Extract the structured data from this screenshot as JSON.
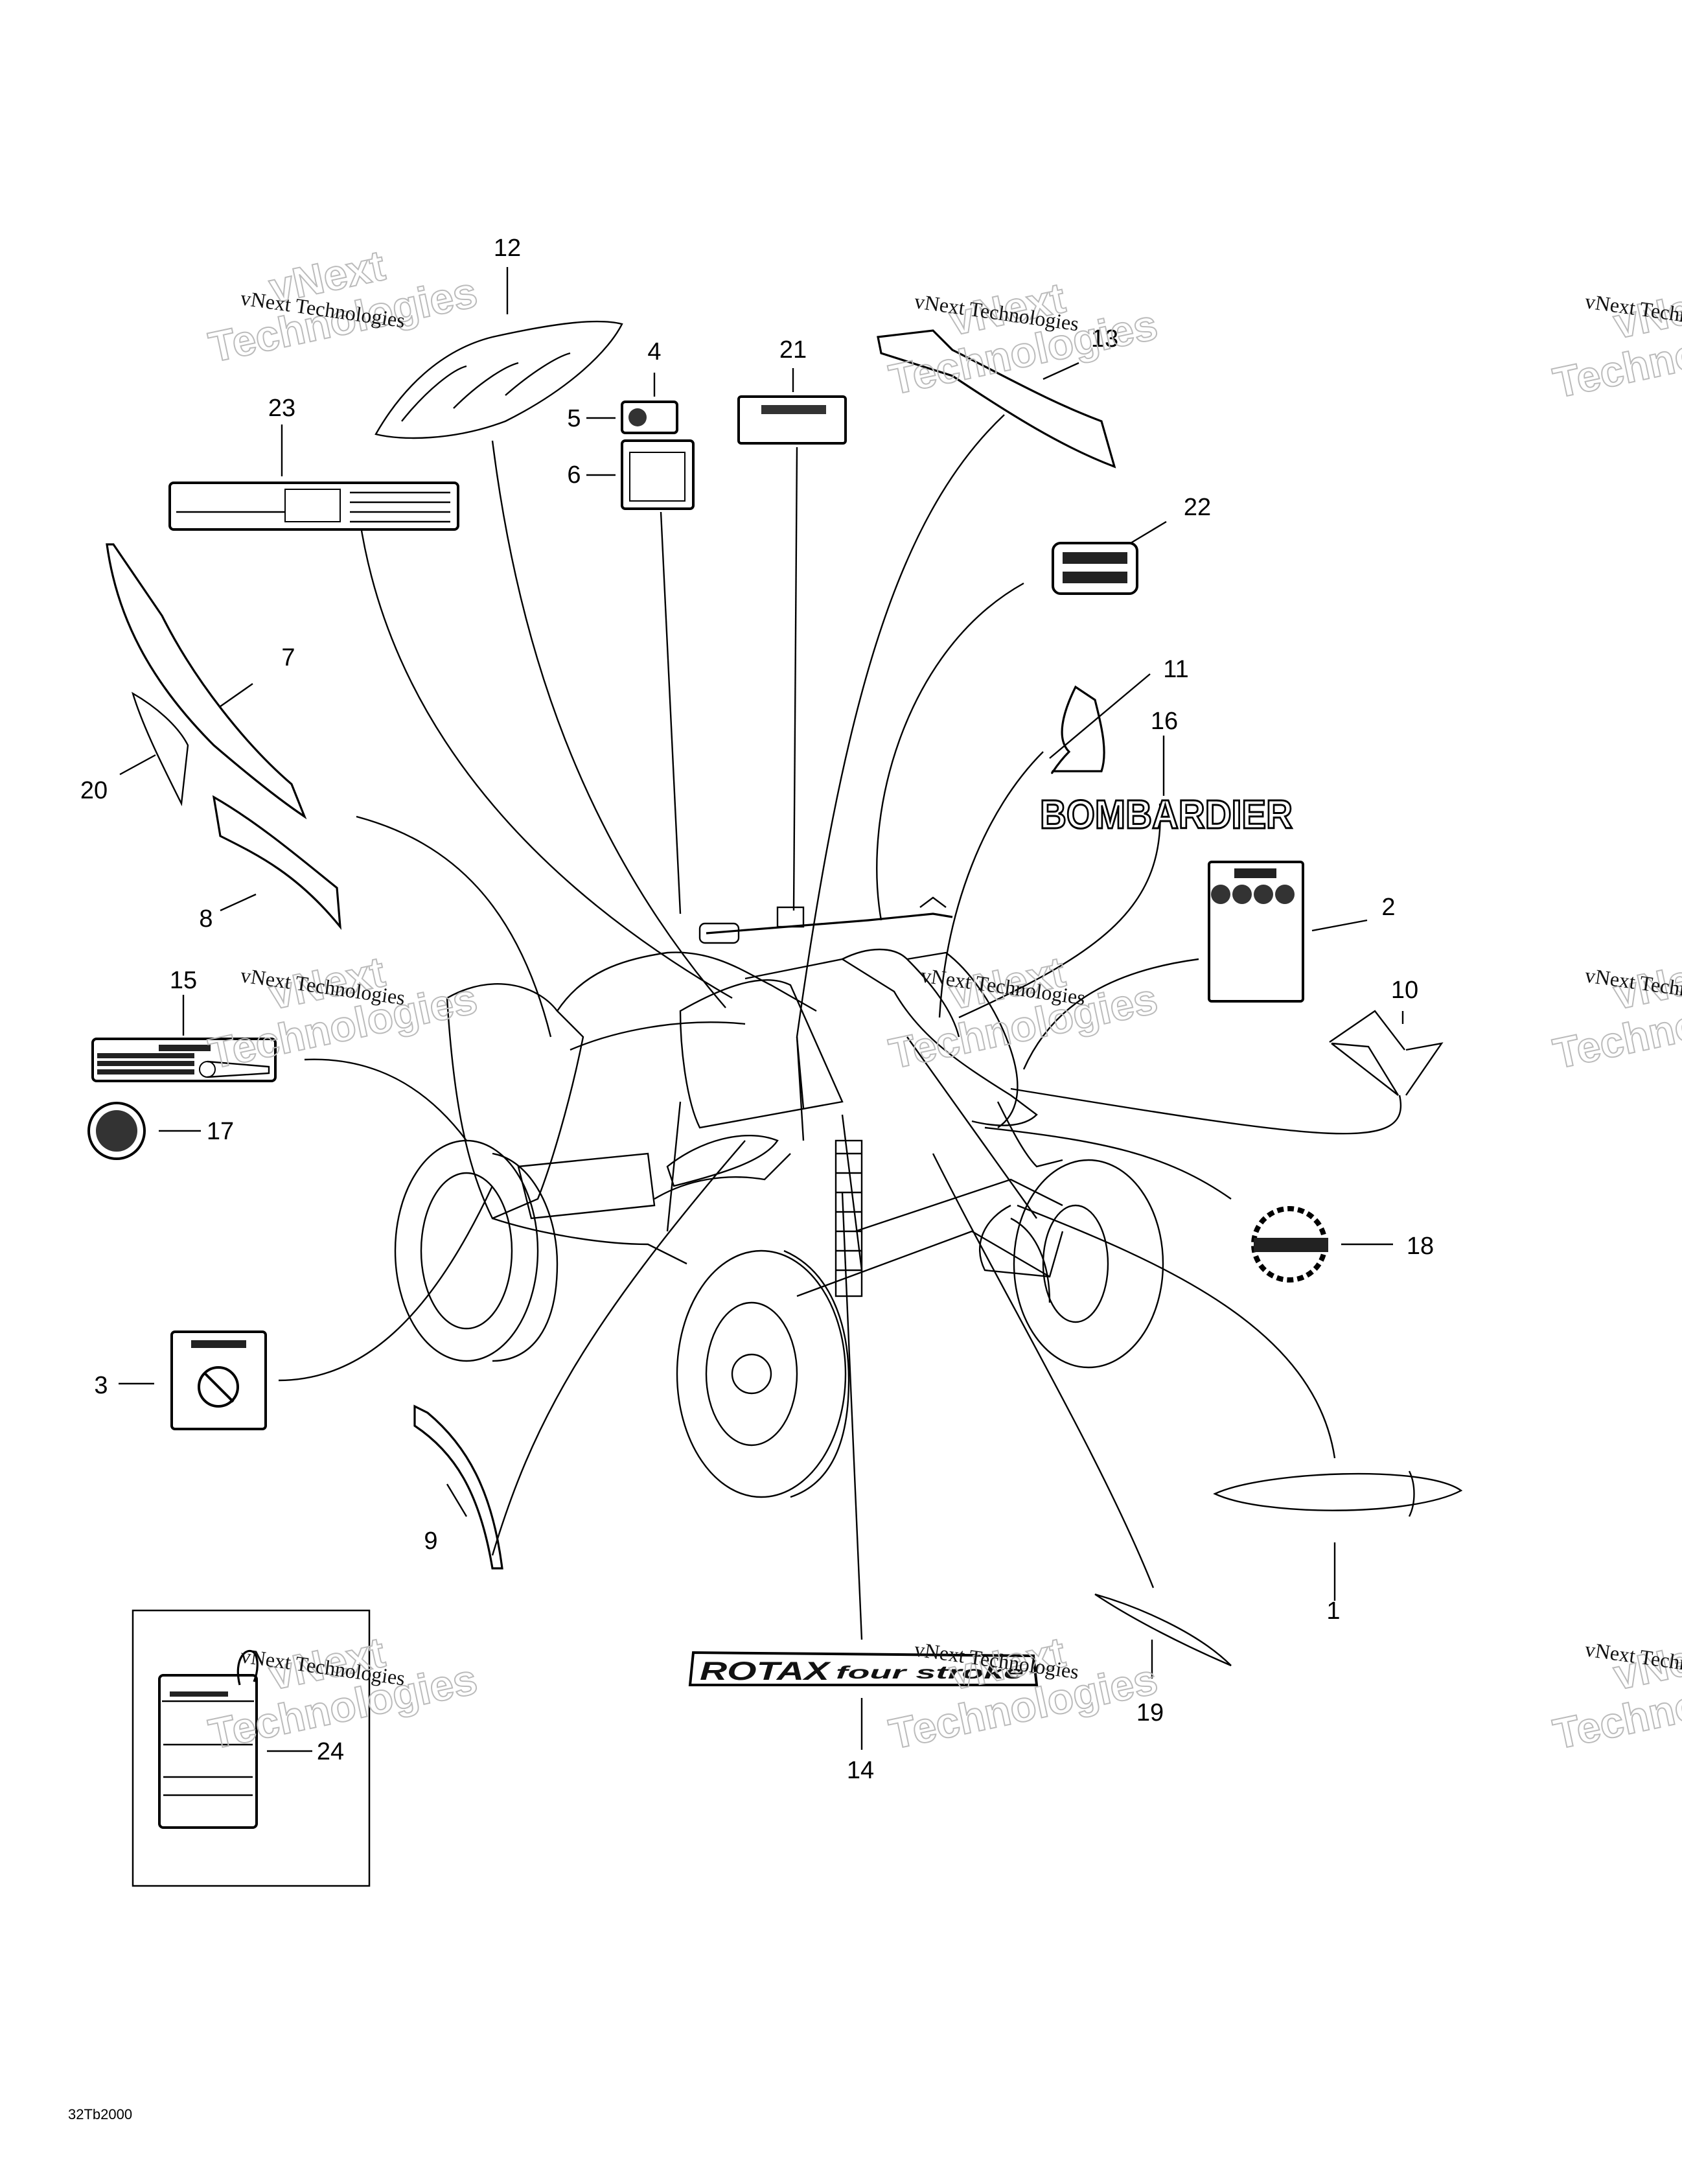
{
  "diagram": {
    "title": "Decals — ATV (Bombardier)",
    "drawing_code": "32Tb2000",
    "callouts": [
      {
        "number": "1",
        "part": "decal-lens-front"
      },
      {
        "number": "2",
        "part": "warning-label-pictograms"
      },
      {
        "number": "3",
        "part": "warning-label-square"
      },
      {
        "number": "4",
        "part": "small-label-top"
      },
      {
        "number": "5",
        "part": "small-label-round"
      },
      {
        "number": "6",
        "part": "label-blank-square"
      },
      {
        "number": "7",
        "part": "stripe-decal-left-long"
      },
      {
        "number": "8",
        "part": "stripe-decal-left-short"
      },
      {
        "number": "9",
        "part": "fender-curve-decal"
      },
      {
        "number": "10",
        "part": "front-nose-decal"
      },
      {
        "number": "11",
        "part": "tree-logo-decal"
      },
      {
        "number": "12",
        "part": "rear-side-graphic"
      },
      {
        "number": "13",
        "part": "stripe-decal-right"
      },
      {
        "number": "14",
        "part": "rotax-four-stroke-decal"
      },
      {
        "number": "15",
        "part": "tire-pressure-label"
      },
      {
        "number": "16",
        "part": "bombardier-lettering"
      },
      {
        "number": "17",
        "part": "round-emblem"
      },
      {
        "number": "18",
        "part": "gear-emblem"
      },
      {
        "number": "19",
        "part": "side-sliver-decal"
      },
      {
        "number": "20",
        "part": "wing-decal"
      },
      {
        "number": "21",
        "part": "warning-label-rect"
      },
      {
        "number": "22",
        "part": "caution-plate"
      },
      {
        "number": "23",
        "part": "info-label-long"
      },
      {
        "number": "24",
        "part": "hang-tag"
      }
    ],
    "decal_text": {
      "bombardier": "BOMBARDIER",
      "rotax": "ROTAX",
      "rotax_sub": "four stroke"
    }
  },
  "watermark": {
    "small": "vNext Technologies",
    "big_line1": "vNext",
    "big_line2": "Technologies"
  }
}
